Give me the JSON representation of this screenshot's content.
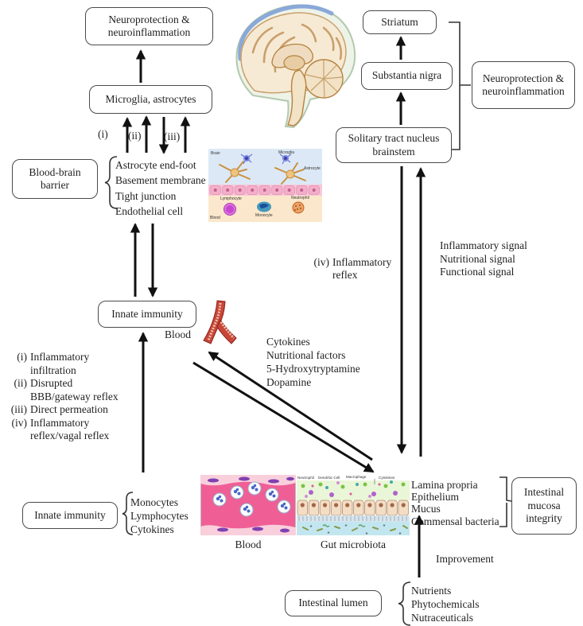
{
  "boxes": {
    "neuroprotection_left": "Neuroprotection & neuroinflammation",
    "microglia_astrocytes": "Microglia, astrocytes",
    "striatum": "Striatum",
    "substantia_nigra": "Substantia nigra",
    "neuroprotection_right": "Neuroprotection & neuroinflammation",
    "solitary_tract": "Solitary tract nucleus brainstem",
    "blood_brain_barrier": "Blood-brain barrier",
    "innate_immunity_mid": "Innate immunity",
    "innate_immunity_bottom": "Innate immunity",
    "intestinal_mucosa": "Intestinal mucosa integrity",
    "intestinal_lumen": "Intestinal lumen"
  },
  "lists": {
    "bbb_components": [
      "Astrocyte end-foot",
      "Basement membrane",
      "Tight junction",
      "Endothelial cell"
    ],
    "mechanisms": [
      {
        "num": "(i)",
        "text": "Inflammatory infiltration"
      },
      {
        "num": "(ii)",
        "text": "Disrupted BBB/gateway reflex"
      },
      {
        "num": "(iii)",
        "text": "Direct permeation"
      },
      {
        "num": "(iv)",
        "text": "Inflammatory reflex/vagal reflex"
      }
    ],
    "blood_factors": [
      "Cytokines",
      "Nutritional factors",
      "5-Hydroxytryptamine",
      "Dopamine"
    ],
    "signals": [
      "Inflammatory signal",
      "Nutritional signal",
      "Functional signal"
    ],
    "immune_cells": [
      "Monocytes",
      "Lymphocytes",
      "Cytokines"
    ],
    "mucosa_layers": [
      "Lamina propria",
      "Epithelium",
      "Mucus",
      "Commensal bacteria"
    ],
    "lumen_contents": [
      "Nutrients",
      "Phytochemicals",
      "Nutraceuticals"
    ]
  },
  "labels": {
    "arrow_i": "(i)",
    "arrow_ii": "(ii)",
    "arrow_iii": "(iii)",
    "reflex_num": "(iv)",
    "reflex_text": "Inflammatory reflex",
    "blood_mid": "Blood",
    "blood_bottom": "Blood",
    "gut_microbiota": "Gut microbiota",
    "improvement": "Improvement"
  },
  "illustrations": {
    "bbb": {
      "brain": "Brain",
      "microglia": "Microglia",
      "astrocyte": "Astrocyte",
      "lymphocyte": "Lymphocyte",
      "monocyte": "Monocyte",
      "neutrophil": "Neutrophil",
      "blood": "Blood"
    },
    "gut": {
      "neutrophil": "Neutrophil",
      "dendritic_cell": "Dendritic Cell",
      "macrophage": "Macrophage",
      "cytokines": "Cytokines"
    }
  },
  "colors": {
    "arrow": "#111111",
    "box_border": "#4a4a4a",
    "text": "#1f1f1f",
    "vessel_red": "#c0392b",
    "blood_pink": "#ef5f96",
    "bbb_brain_blue": "#dce8f5",
    "bbb_blood_beige": "#fbe7cb",
    "gut_green": "#eaf6d8",
    "gut_blue": "#c2e6f0"
  }
}
